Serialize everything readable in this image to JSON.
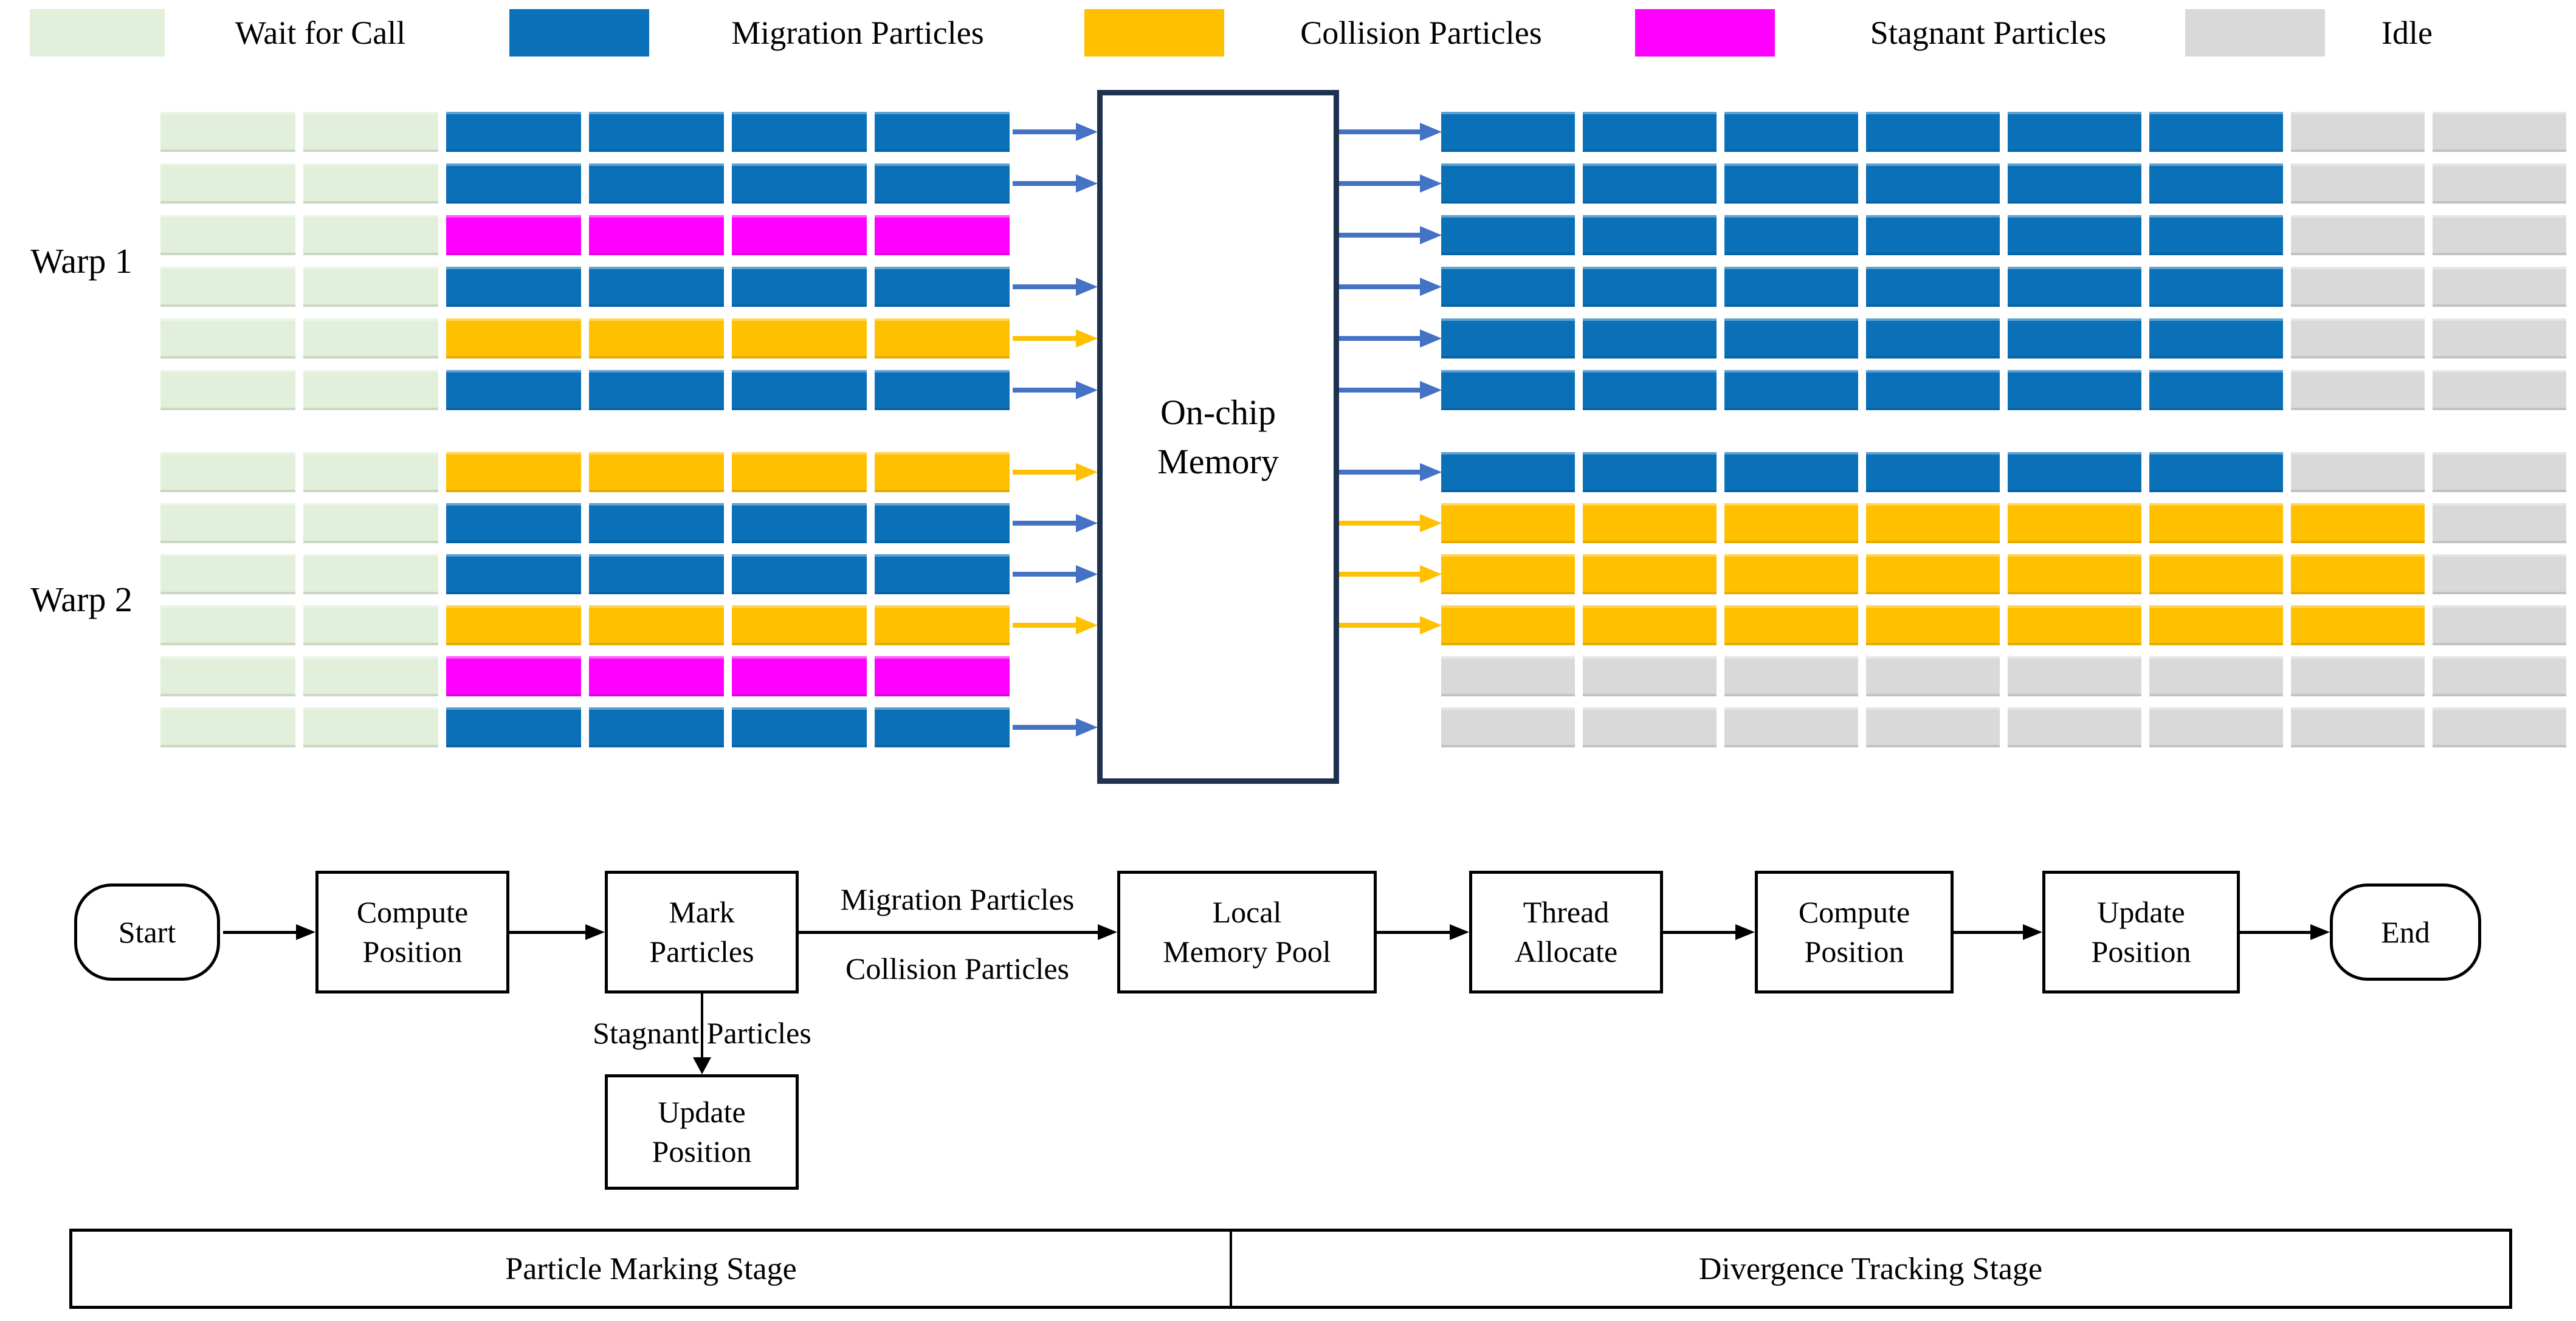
{
  "colors": {
    "wait": "#E2EFDA",
    "migration": "#0A70B8",
    "collision": "#FFC000",
    "stagnant": "#FF00FF",
    "idle": "#D9D9D9",
    "arrow_blue": "#4472C4",
    "arrow_orange": "#FFC000",
    "memory_border": "#1E3250",
    "flow_black": "#000000"
  },
  "legend": {
    "items": [
      {
        "label": "Wait for Call",
        "color": "wait"
      },
      {
        "label": "Migration Particles",
        "color": "migration"
      },
      {
        "label": "Collision Particles",
        "color": "collision"
      },
      {
        "label": "Stagnant Particles",
        "color": "stagnant"
      },
      {
        "label": "Idle",
        "color": "idle"
      }
    ]
  },
  "timeline": {
    "wait_cells_per_row": 2,
    "left_cells_per_row": 4,
    "right_cells_per_row": 8,
    "warps": [
      {
        "label": "Warp 1",
        "rows": [
          {
            "left": "migration",
            "in": "blue",
            "out": "blue",
            "right": [
              [
                "migration",
                6
              ],
              [
                "idle",
                2
              ]
            ]
          },
          {
            "left": "migration",
            "in": "blue",
            "out": "blue",
            "right": [
              [
                "migration",
                6
              ],
              [
                "idle",
                2
              ]
            ]
          },
          {
            "left": "stagnant",
            "in": null,
            "out": "blue",
            "right": [
              [
                "migration",
                6
              ],
              [
                "idle",
                2
              ]
            ]
          },
          {
            "left": "migration",
            "in": "blue",
            "out": "blue",
            "right": [
              [
                "migration",
                6
              ],
              [
                "idle",
                2
              ]
            ]
          },
          {
            "left": "collision",
            "in": "orange",
            "out": "blue",
            "right": [
              [
                "migration",
                6
              ],
              [
                "idle",
                2
              ]
            ]
          },
          {
            "left": "migration",
            "in": "blue",
            "out": "blue",
            "right": [
              [
                "migration",
                6
              ],
              [
                "idle",
                2
              ]
            ]
          }
        ]
      },
      {
        "label": "Warp 2",
        "rows": [
          {
            "left": "collision",
            "in": "orange",
            "out": "blue",
            "right": [
              [
                "migration",
                6
              ],
              [
                "idle",
                2
              ]
            ]
          },
          {
            "left": "migration",
            "in": "blue",
            "out": "orange",
            "right": [
              [
                "collision",
                7
              ],
              [
                "idle",
                1
              ]
            ]
          },
          {
            "left": "migration",
            "in": "blue",
            "out": "orange",
            "right": [
              [
                "collision",
                7
              ],
              [
                "idle",
                1
              ]
            ]
          },
          {
            "left": "collision",
            "in": "orange",
            "out": "orange",
            "right": [
              [
                "collision",
                7
              ],
              [
                "idle",
                1
              ]
            ]
          },
          {
            "left": "stagnant",
            "in": null,
            "out": null,
            "right": [
              [
                "idle",
                8
              ]
            ]
          },
          {
            "left": "migration",
            "in": "blue",
            "out": null,
            "right": [
              [
                "idle",
                8
              ]
            ]
          }
        ]
      }
    ]
  },
  "memory_box": {
    "label": "On-chip\nMemory"
  },
  "flowchart": {
    "start": "Start",
    "compute_position_1": "Compute\nPosition",
    "mark_particles": "Mark\nParticles",
    "local_memory_pool": "Local\nMemory Pool",
    "thread_allocate": "Thread\nAllocate",
    "compute_position_2": "Compute\nPosition",
    "update_position": "Update\nPosition",
    "end": "End",
    "update_position_bottom": "Update\nPosition",
    "edge_labels": {
      "migration": "Migration Particles",
      "collision": "Collision Particles",
      "stagnant": "Stagnant Particles"
    }
  },
  "stages": {
    "left": "Particle Marking Stage",
    "right": "Divergence Tracking Stage"
  }
}
